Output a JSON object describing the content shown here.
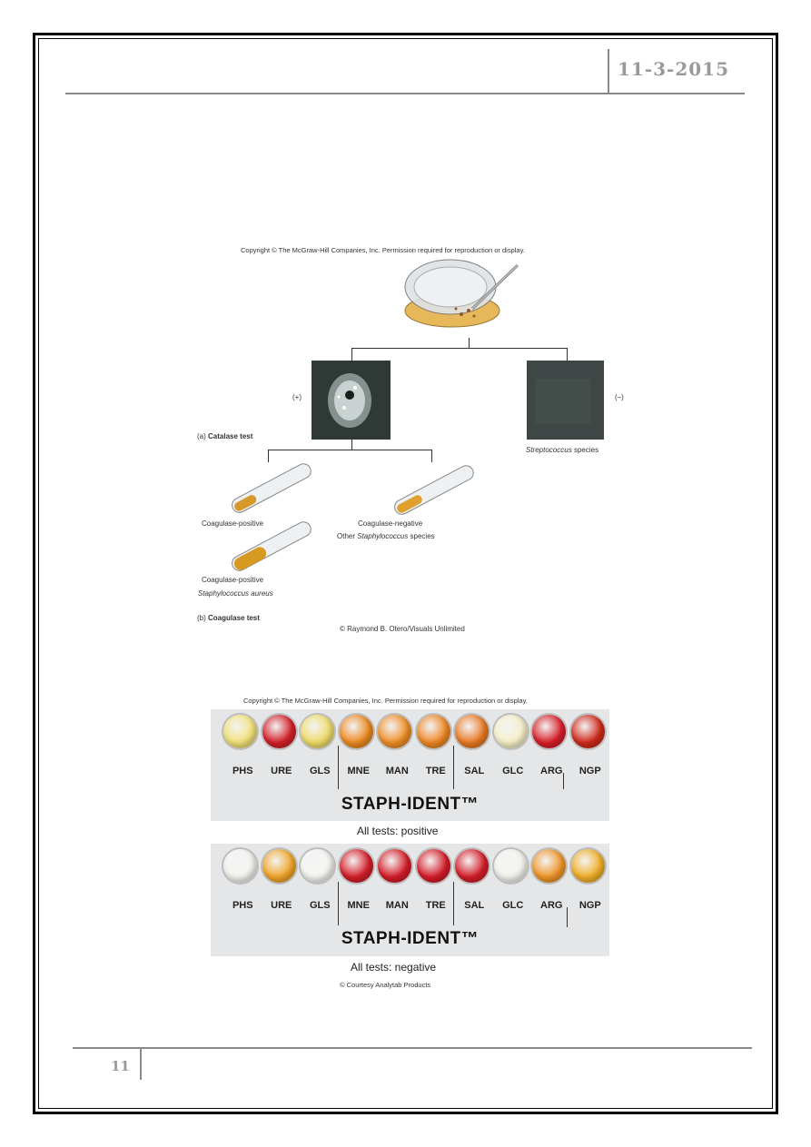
{
  "header": {
    "date": "11-3-2015"
  },
  "footer": {
    "page_number": "11"
  },
  "figure1": {
    "copyright": "Copyright © The McGraw-Hill Companies, Inc. Permission required for reproduction or display.",
    "plus": "(+)",
    "minus": "(–)",
    "catalase_prefix": "(a)",
    "catalase_label": "Catalase test",
    "strep_label": "Streptococcus",
    "strep_suffix": "species",
    "coag_pos_1": "Coagulase-positive",
    "coag_neg": "Coagulase-negative",
    "other_staph_prefix": "Other",
    "other_staph_italic": "Staphylococcus",
    "other_staph_suffix": "species",
    "coag_pos_2": "Coagulase-positive",
    "staph_aureus": "Staphylococcus aureus",
    "coag_prefix": "(b)",
    "coag_label": "Coagulase test",
    "credit": "© Raymond B. Otero/Visuals Unlimited"
  },
  "figure2": {
    "copyright": "Copyright © The McGraw-Hill Companies, Inc. Permission required for reproduction or display.",
    "test_labels": [
      "PHS",
      "URE",
      "GLS",
      "MNE",
      "MAN",
      "TRE",
      "SAL",
      "GLC",
      "ARG",
      "NGP"
    ],
    "brand": "STAPH-IDENT™",
    "positive_caption": "All tests: positive",
    "negative_caption": "All tests: negative",
    "credit": "© Courtesy Analytab Products",
    "positive_colors": [
      "#f3e27a",
      "#d4202a",
      "#f0dc6a",
      "#ee8a22",
      "#ef8e26",
      "#ee8826",
      "#ea7a24",
      "#f6f0c8",
      "#d81f2a",
      "#cf2a1c"
    ],
    "negative_colors": [
      "#f4f4f0",
      "#f0a62a",
      "#f6f6f2",
      "#d41e28",
      "#d61d29",
      "#d51c28",
      "#d51e29",
      "#f4f4ee",
      "#ef9628",
      "#f0b028"
    ]
  }
}
